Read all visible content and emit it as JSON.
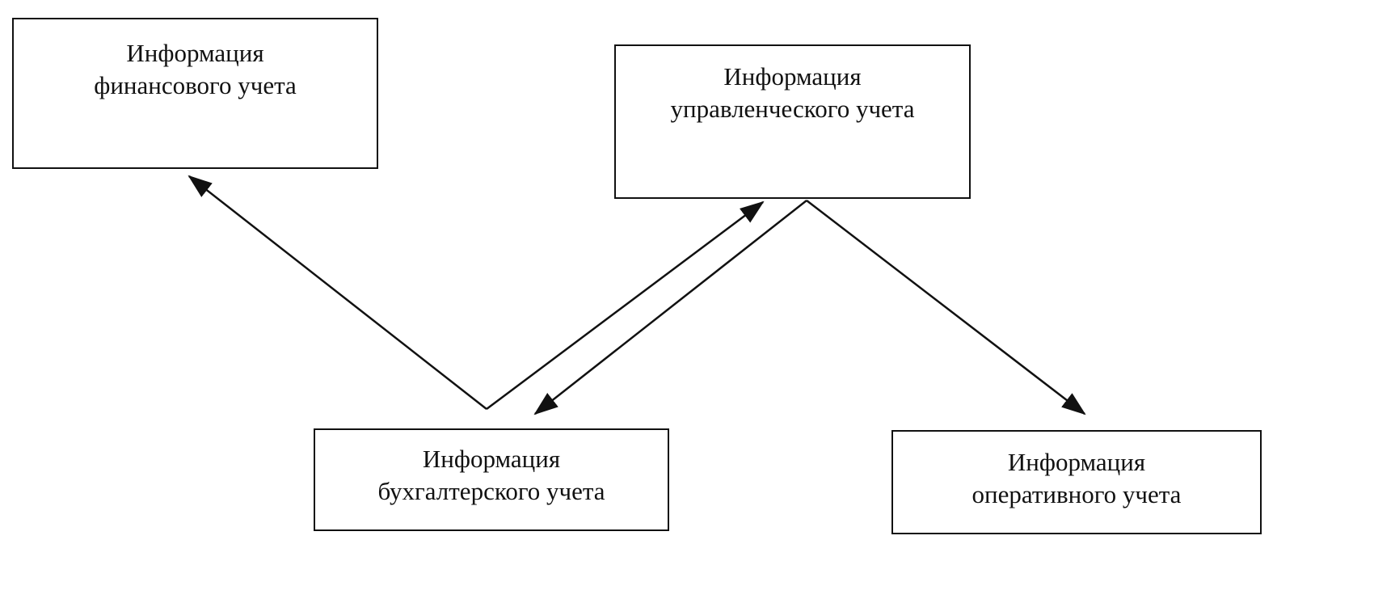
{
  "nodes": {
    "financial": {
      "line1": "Информация",
      "line2": "финансового учета"
    },
    "management": {
      "line1": "Информация",
      "line2": "управленческого учета"
    },
    "accounting": {
      "line1": "Информация",
      "line2": "бухгалтерского  учета"
    },
    "operational": {
      "line1": "Информация",
      "line2": "оперативного  учета"
    }
  },
  "edges": [
    {
      "from": "accounting",
      "to": "financial"
    },
    {
      "from": "accounting",
      "to": "management"
    },
    {
      "from": "management",
      "to": "accounting"
    },
    {
      "from": "management",
      "to": "operational"
    }
  ]
}
